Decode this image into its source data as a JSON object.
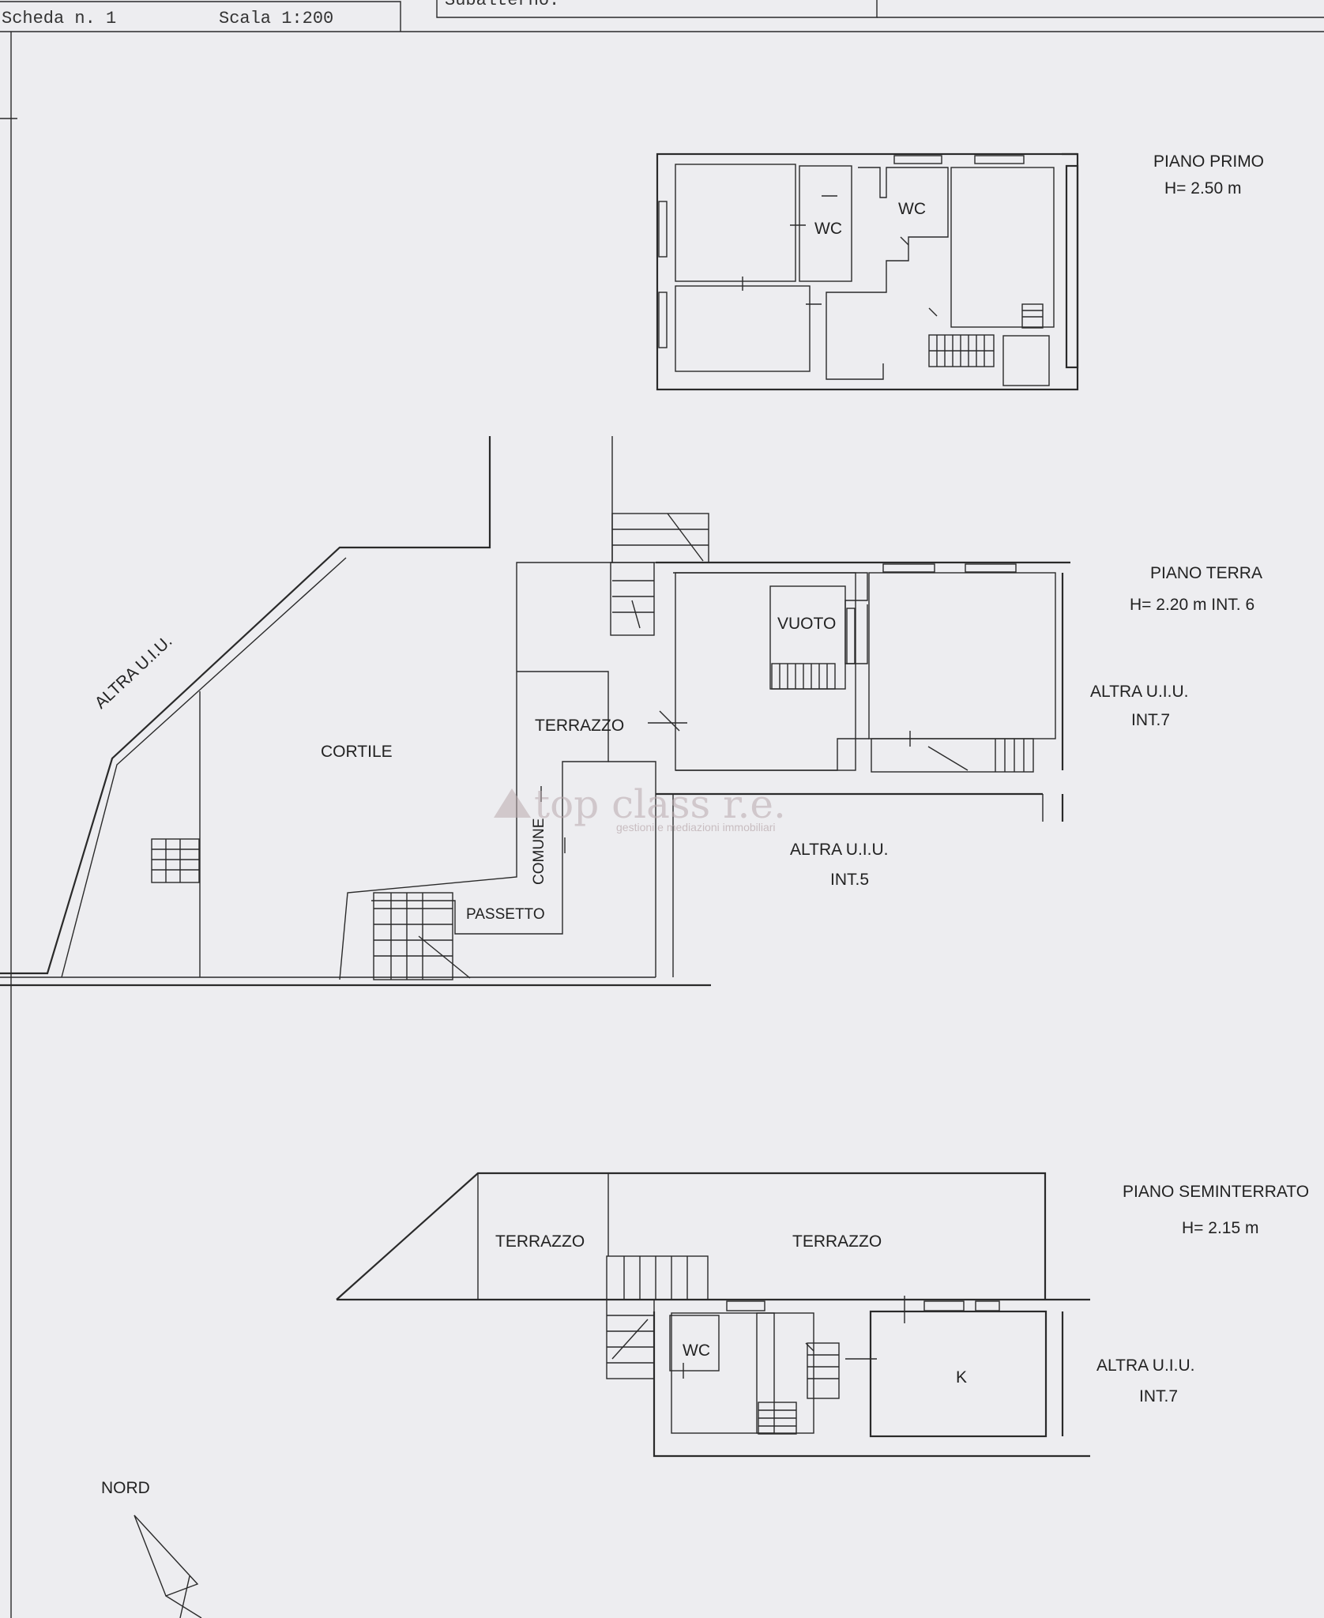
{
  "header": {
    "scheda": "Scheda n. 1",
    "scala": "Scala 1:200",
    "subalterno": "Subalterno:"
  },
  "piano_primo": {
    "title": "PIANO PRIMO",
    "height": "H= 2.50 m",
    "rooms": {
      "wc1": "WC",
      "wc2": "WC"
    }
  },
  "piano_terra": {
    "title": "PIANO TERRA",
    "height": "H= 2.20 m INT. 6",
    "altra_right_1": "ALTRA U.I.U.",
    "altra_right_2": "INT.7",
    "altra_bottom_1": "ALTRA U.I.U.",
    "altra_bottom_2": "INT.5",
    "altra_diag": "ALTRA U.I.U.",
    "rooms": {
      "vuoto": "VUOTO",
      "terrazzo": "TERRAZZO",
      "cortile": "CORTILE",
      "comune": "COMUNE",
      "passetto": "PASSETTO"
    }
  },
  "piano_seminterrato": {
    "title": "PIANO SEMINTERRATO",
    "height": "H= 2.15 m",
    "altra_1": "ALTRA U.I.U.",
    "altra_2": "INT.7",
    "rooms": {
      "terrazzo_left": "TERRAZZO",
      "terrazzo_right": "TERRAZZO",
      "wc": "WC",
      "k": "K"
    }
  },
  "north": {
    "label": "NORD"
  },
  "watermark": {
    "brand": "top class r.e.",
    "tagline": "gestioni e mediazioni immobiliari"
  }
}
